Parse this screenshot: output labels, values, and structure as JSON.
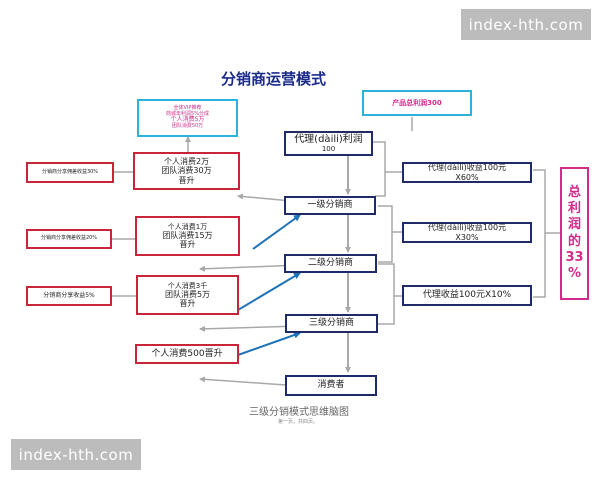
{
  "watermark_top": "index-hth.com",
  "watermark_bottom": "index-hth.com",
  "title": "分销商运营模式",
  "product_profit": "产品总利润300",
  "upgrade_box": {
    "l1": "全体VIP推荐",
    "l2": "商城年利润5%分成",
    "l3": "个人消费5万",
    "l4": "团队消费50万"
  },
  "chain": {
    "agent": {
      "l1": "代理(dàili)利润",
      "l2": "100"
    },
    "level1": "一级分销商",
    "level2": "二级分销商",
    "level3": "三级分销商",
    "consumer": "消费者"
  },
  "requirements": {
    "r1": {
      "l1": "个人消费2万",
      "l2": "团队消费30万",
      "l3": "晋升"
    },
    "r2": {
      "l1": "个人消费1万",
      "l2": "团队消费15万",
      "l3": "晋升"
    },
    "r3": {
      "l1": "个人消费3千",
      "l2": "团队消费5万",
      "l3": "晋升"
    },
    "r4": "个人消费500晋升"
  },
  "shares": {
    "s1": "分销商分享佣差收益30%",
    "s2": "分销商分享佣差收益20%",
    "s3": "分销商分享收益5%"
  },
  "agent_income": {
    "a1": {
      "l1": "代理(dàili)收益100元",
      "l2": "X60%"
    },
    "a2": {
      "l1": "代理(dàili)收益100元",
      "l2": "X30%"
    },
    "a3": "代理收益100元X10%"
  },
  "total_profit": [
    "总",
    "利",
    "润",
    "的",
    "33",
    "%"
  ],
  "caption": "三级分销模式思维脑图",
  "caption_page": "第一页，共四页。",
  "colors": {
    "navy": "#1f2a68",
    "red": "#c8253a",
    "cyan": "#2bb3dc",
    "pink": "#d42a8c",
    "arrow_blue": "#1e73b8"
  }
}
